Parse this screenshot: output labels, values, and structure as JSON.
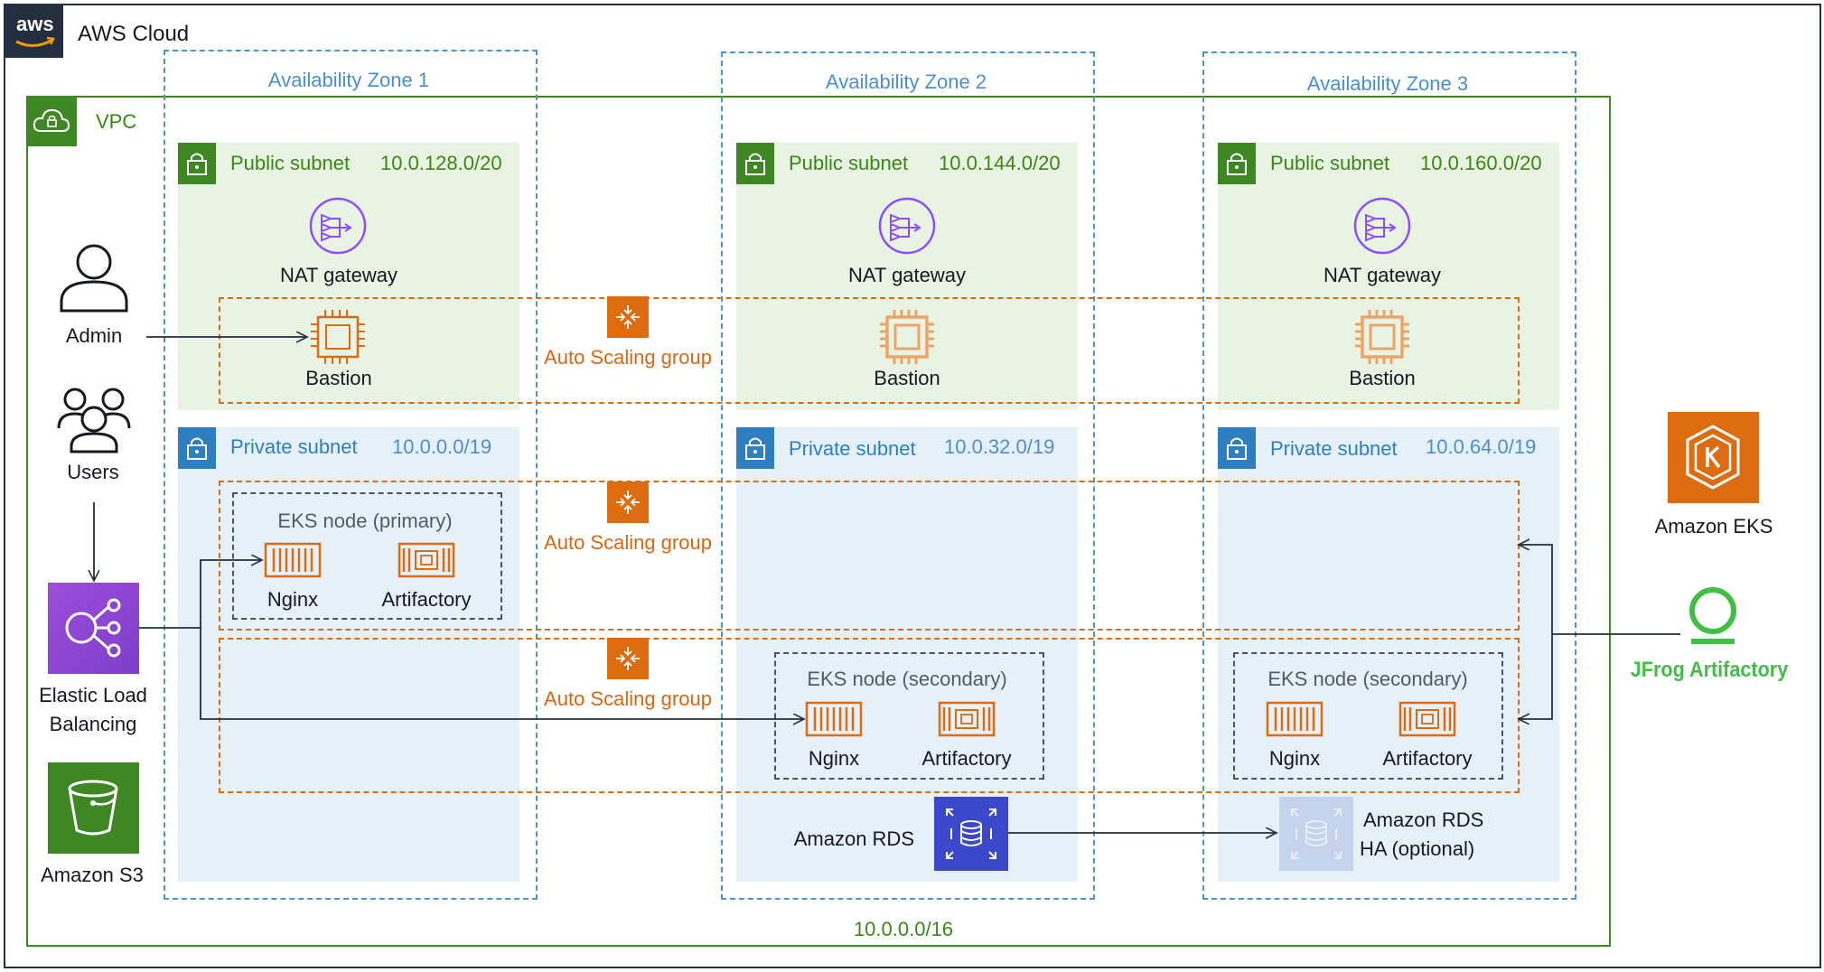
{
  "cloud": {
    "logo": "aws",
    "label": "AWS Cloud"
  },
  "vpc": {
    "label": "VPC",
    "cidr": "10.0.0.0/16"
  },
  "azs": [
    {
      "label": "Availability Zone 1"
    },
    {
      "label": "Availability Zone 2"
    },
    {
      "label": "Availability Zone 3"
    }
  ],
  "public_subnets": [
    {
      "label": "Public subnet",
      "cidr": "10.0.128.0/20",
      "nat": "NAT gateway",
      "bastion": "Bastion"
    },
    {
      "label": "Public subnet",
      "cidr": "10.0.144.0/20",
      "nat": "NAT gateway",
      "bastion": "Bastion"
    },
    {
      "label": "Public subnet",
      "cidr": "10.0.160.0/20",
      "nat": "NAT gateway",
      "bastion": "Bastion"
    }
  ],
  "private_subnets": [
    {
      "label": "Private subnet",
      "cidr": "10.0.0.0/19"
    },
    {
      "label": "Private subnet",
      "cidr": "10.0.32.0/19"
    },
    {
      "label": "Private subnet",
      "cidr": "10.0.64.0/19"
    }
  ],
  "asg": [
    {
      "label": "Auto Scaling group"
    },
    {
      "label": "Auto Scaling group"
    },
    {
      "label": "Auto Scaling group"
    }
  ],
  "eks_nodes": [
    {
      "label": "EKS node (primary)",
      "nginx": "Nginx",
      "artifactory": "Artifactory"
    },
    {
      "label": "EKS node (secondary)",
      "nginx": "Nginx",
      "artifactory": "Artifactory"
    },
    {
      "label": "EKS node (secondary)",
      "nginx": "Nginx",
      "artifactory": "Artifactory"
    }
  ],
  "actors": {
    "admin": "Admin",
    "users": "Users"
  },
  "services": {
    "elb_line1": "Elastic Load",
    "elb_line2": "Balancing",
    "s3": "Amazon S3",
    "eks": "Amazon EKS",
    "jfrog": "JFrog Artifactory",
    "rds": "Amazon RDS",
    "rds_ha_line1": "Amazon RDS",
    "rds_ha_line2": "HA (optional)"
  },
  "colors": {
    "green": "#3f8624",
    "blue": "#2d7fc1",
    "orange": "#dd6b10",
    "purple": "#8c4fff",
    "rds": "#3b48cc",
    "s3": "#3f8624",
    "jfrog": "#40be46"
  }
}
